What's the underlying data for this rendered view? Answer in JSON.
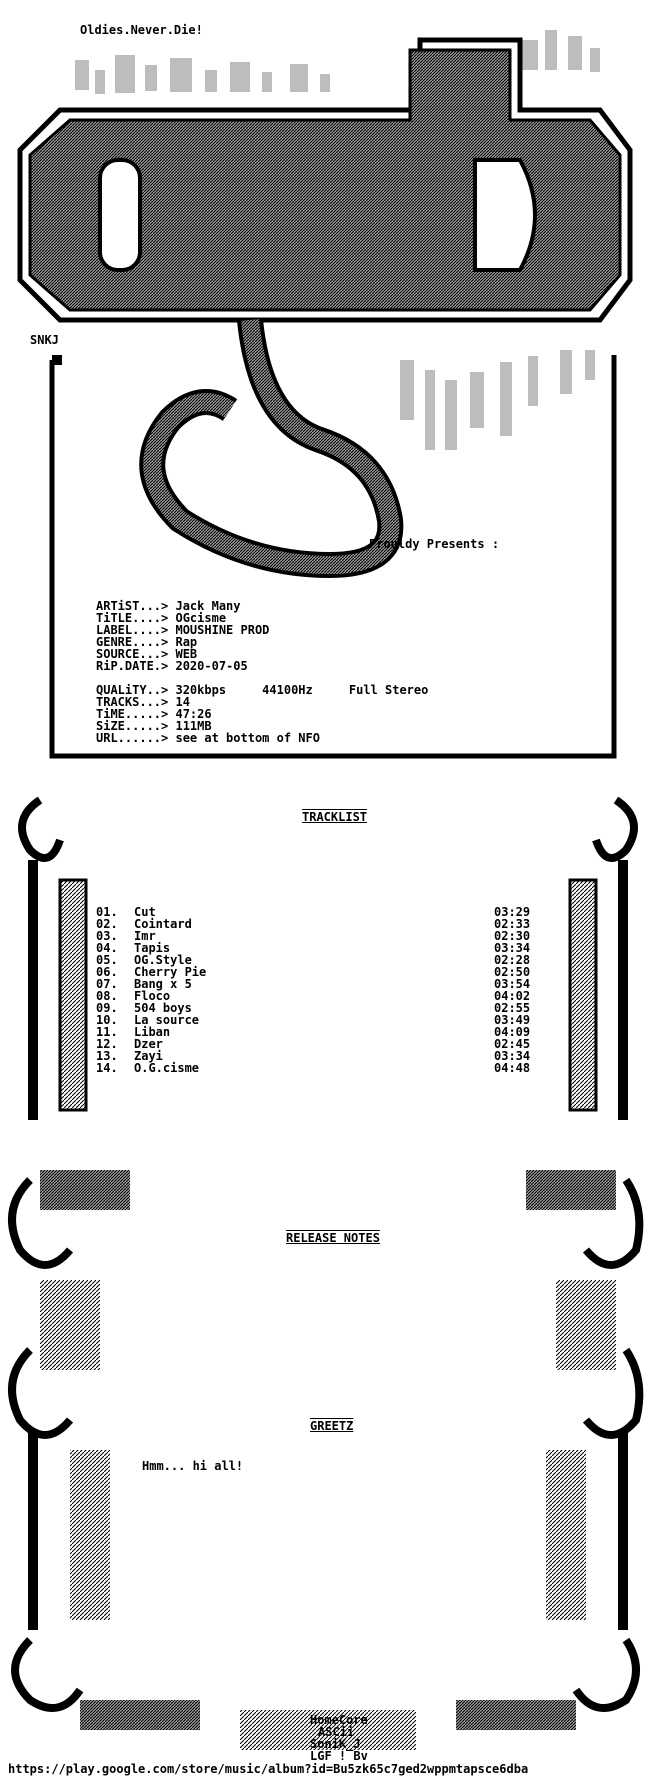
{
  "header": {
    "tagline": "Oldies.Never.Die!",
    "credit": "SNKJ",
    "presents": "Prouldy Presents :"
  },
  "release_info": [
    {
      "label": "ARTiST...>",
      "value": "Jack Many"
    },
    {
      "label": "TiTLE....>",
      "value": "OGcisme"
    },
    {
      "label": "LABEL....>",
      "value": "MOUSHINE PROD"
    },
    {
      "label": "GENRE....>",
      "value": "Rap"
    },
    {
      "label": "SOURCE...>",
      "value": "WEB"
    },
    {
      "label": "RiP.DATE.>",
      "value": "2020-07-05"
    },
    {
      "label": "",
      "value": ""
    },
    {
      "label": "QUALiTY..>",
      "value": "320kbps     44100Hz     Full Stereo"
    },
    {
      "label": "TRACKS...>",
      "value": "14"
    },
    {
      "label": "TiME.....>",
      "value": "47:26"
    },
    {
      "label": "SiZE.....>",
      "value": "111MB"
    },
    {
      "label": "URL......>",
      "value": "see at bottom of NFO"
    }
  ],
  "sections": {
    "tracklist": "TRACKLIST",
    "release_notes": "RELEASE NOTES",
    "greetz": "GREETZ"
  },
  "tracks": [
    {
      "num": "01.",
      "title": "Cut",
      "time": "03:29"
    },
    {
      "num": "02.",
      "title": "Cointard",
      "time": "02:33"
    },
    {
      "num": "03.",
      "title": "Imr",
      "time": "02:30"
    },
    {
      "num": "04.",
      "title": "Tapis",
      "time": "03:34"
    },
    {
      "num": "05.",
      "title": "OG.Style",
      "time": "02:28"
    },
    {
      "num": "06.",
      "title": "Cherry Pie",
      "time": "02:50"
    },
    {
      "num": "07.",
      "title": "Bang x 5",
      "time": "03:54"
    },
    {
      "num": "08.",
      "title": "Floco",
      "time": "04:02"
    },
    {
      "num": "09.",
      "title": "504 boys",
      "time": "02:55"
    },
    {
      "num": "10.",
      "title": "La source",
      "time": "03:49"
    },
    {
      "num": "11.",
      "title": "Liban",
      "time": "04:09"
    },
    {
      "num": "12.",
      "title": "Dzer",
      "time": "02:45"
    },
    {
      "num": "13.",
      "title": "Zayi",
      "time": "03:34"
    },
    {
      "num": "14.",
      "title": "O.G.cisme",
      "time": "04:48"
    }
  ],
  "greetz_text": "Hmm... hi all!",
  "footer_credits": [
    "HomeCore",
    "ASCii",
    "SoniK_J",
    "LGF ! Bv"
  ],
  "footer_url": "https://play.google.com/store/music/album?id=Bu5zk65c7ged2wppmtapsce6dba",
  "colors": {
    "background": "#ffffff",
    "ink": "#000000",
    "shade": "#7a7a7a"
  }
}
